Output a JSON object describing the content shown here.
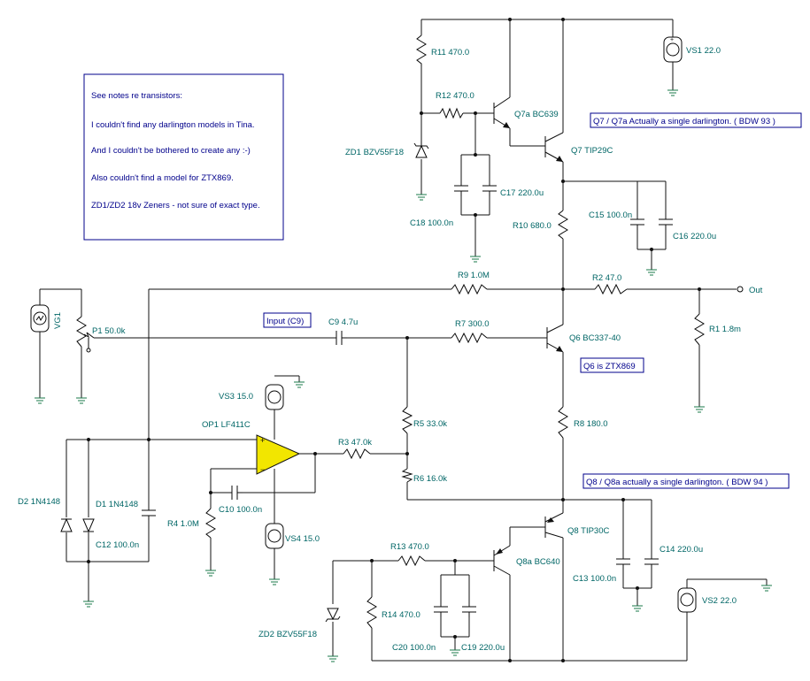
{
  "notes": {
    "lines": [
      "See notes re transistors:",
      "I couldn't find any darlington models in Tina.",
      "And I couldn't be bothered to create any :-)",
      "Also couldn't find a model for ZTX869.",
      "ZD1/ZD2 18v Zeners - not sure of exact type."
    ]
  },
  "annotations": {
    "q7_note": "Q7 / Q7a Actually a single darlington. ( BDW 93 )",
    "q6_note": "Q6 is ZTX869",
    "q8_note": "Q8 / Q8a actually a single darlington. ( BDW 94 )",
    "input_note": "Input (C9)"
  },
  "components": {
    "R11": "R11 470.0",
    "R12": "R12 470.0",
    "Q7a": "Q7a BC639",
    "ZD1": "ZD1 BZV55F18",
    "Q7": "Q7 TIP29C",
    "C17": "C17 220.0u",
    "C18": "C18 100.0n",
    "R10": "R10 680.0",
    "C15": "C15 100.0n",
    "C16": "C16 220.0u",
    "VS1": "VS1 22.0",
    "R9": "R9 1.0M",
    "R2": "R2 47.0",
    "out": "Out",
    "VG1": "VG1",
    "P1": "P1 50.0k",
    "C9": "C9 4.7u",
    "R7": "R7 300.0",
    "Q6": "Q6 BC337-40",
    "R1": "R1 1.8m",
    "VS3": "VS3 15.0",
    "OP1": "OP1 LF411C",
    "R3": "R3 47.0k",
    "R5": "R5 33.0k",
    "R8": "R8 180.0",
    "R6": "R6 16.0k",
    "D2": "D2 1N4148",
    "D1": "D1 1N4148",
    "C12": "C12 100.0n",
    "R4": "R4 1.0M",
    "C10": "C10 100.0n",
    "VS4": "VS4 15.0",
    "Q8": "Q8 TIP30C",
    "R13": "R13 470.0",
    "Q8a": "Q8a BC640",
    "C14": "C14 220.0u",
    "C13": "C13 100.0n",
    "VS2": "VS2 22.0",
    "R14": "R14 470.0",
    "ZD2": "ZD2 BZV55F18",
    "C20": "C20 100.0n",
    "C19": "C19 220.0u"
  },
  "colors": {
    "wire": "#101010",
    "label": "#006666",
    "note": "#00008b",
    "opamp_fill": "#f2e600",
    "ground": "#1a7a4a"
  }
}
